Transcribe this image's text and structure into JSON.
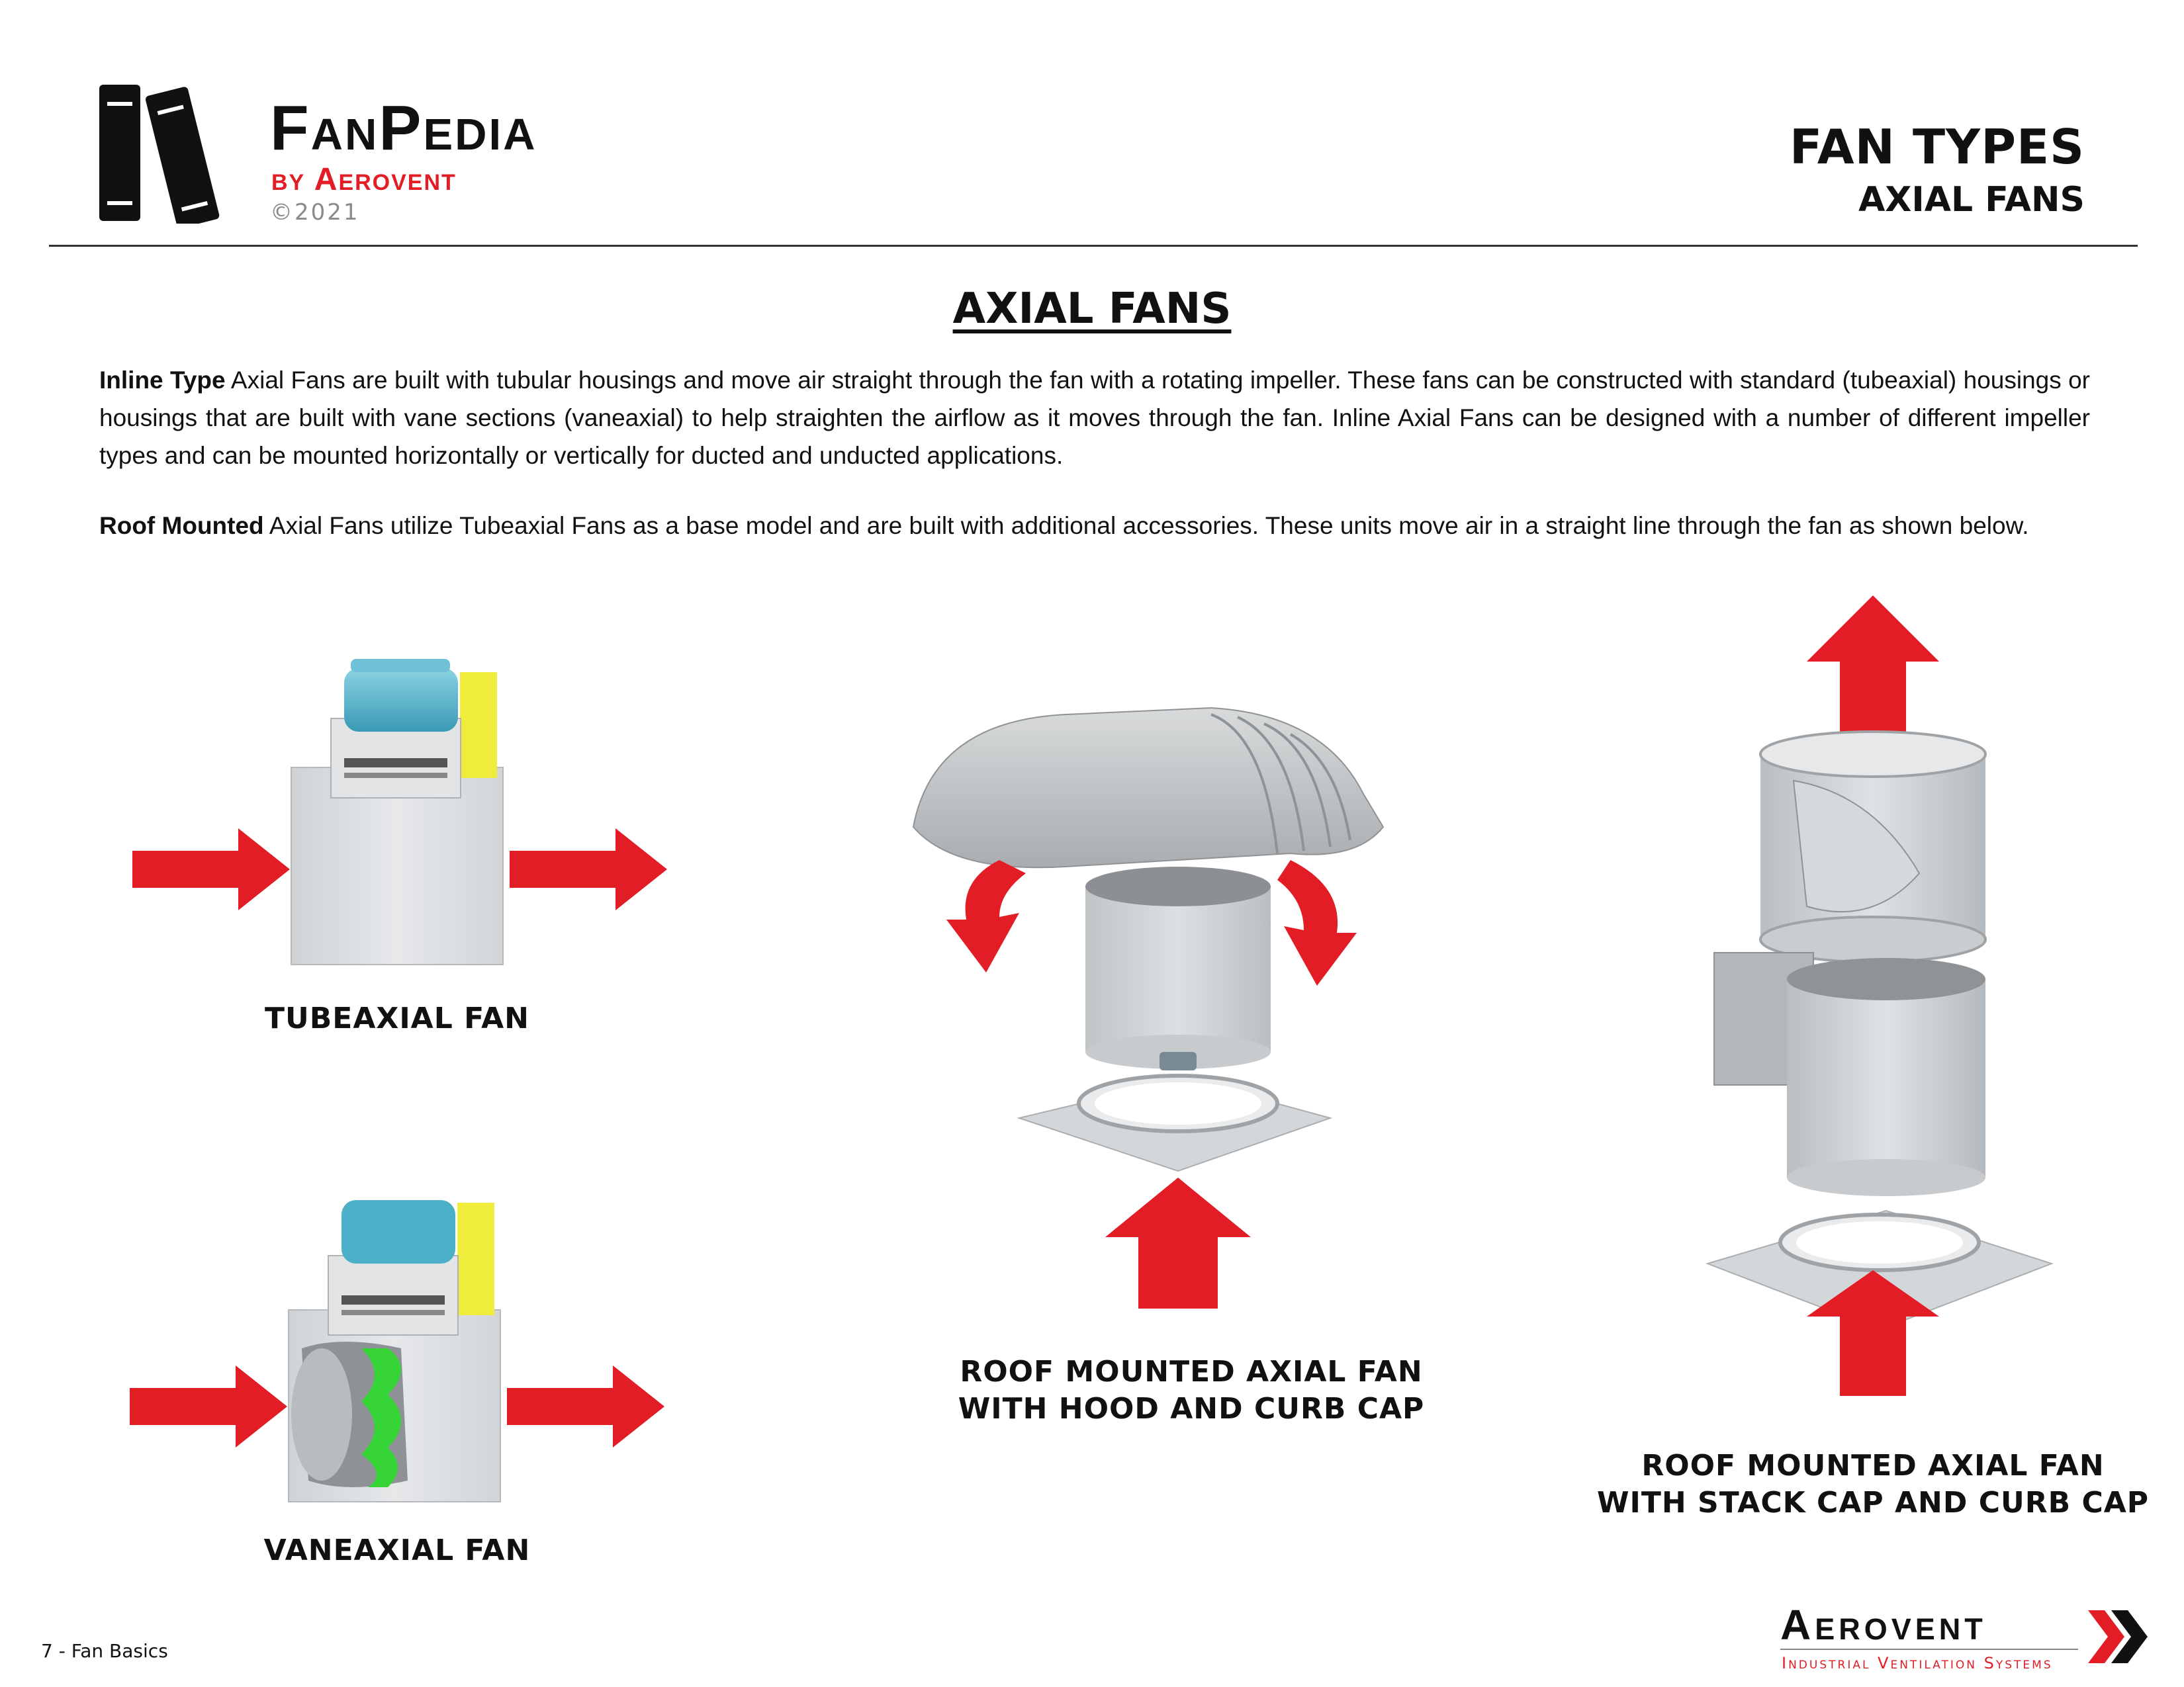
{
  "header": {
    "brand_name": "FanPedia",
    "brand_by": "by Aerovent",
    "copyright": "©2021",
    "title": "FAN TYPES",
    "subtitle": "AXIAL FANS"
  },
  "main": {
    "title": "AXIAL FANS",
    "paragraphs": [
      {
        "lead": "Inline Type",
        "text": " Axial Fans are built with tubular housings and move air straight through the fan with a rotating impeller. These fans can be constructed with standard (tubeaxial) housings or housings that are built with vane sections (vaneaxial) to help straighten the airflow as it moves through the fan. Inline Axial Fans can be designed with a number of different impeller types and can be mounted horizontally or vertically for ducted and unducted applications."
      },
      {
        "lead": "Roof Mounted",
        "text": " Axial Fans utilize Tubeaxial Fans as a base model and are built with additional accessories. These units move air in a straight line through the fan as shown below."
      }
    ],
    "figures": {
      "tubeaxial": "TUBEAXIAL FAN",
      "vaneaxial": "VANEAXIAL FAN",
      "hood": [
        "ROOF MOUNTED AXIAL FAN",
        "WITH HOOD AND CURB CAP"
      ],
      "stack": [
        "ROOF MOUNTED AXIAL FAN",
        "WITH STACK CAP AND CURB CAP"
      ]
    }
  },
  "footer": {
    "page_label": "7 - Fan Basics",
    "brand": "Aerovent",
    "tagline": "Industrial Ventilation Systems"
  },
  "colors": {
    "accent_red": "#e31d25",
    "motor_blue": "#4bb0c8",
    "belt_yellow": "#eeea3a",
    "vane_green": "#36d436",
    "steel": "#c9cdd0"
  }
}
